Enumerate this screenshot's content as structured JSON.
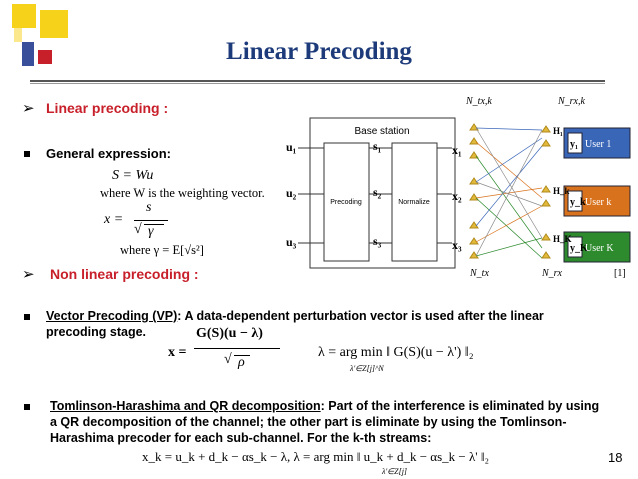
{
  "slide": {
    "title": "Linear Precoding",
    "page_number": "18"
  },
  "sections": {
    "linear": "Linear precoding :",
    "general": "General expression:",
    "nonlinear": "Non linear precoding :"
  },
  "formulas": {
    "s_eq": "S = Wu",
    "where_w": "where W is the weighting vector.",
    "x_lhs": "x =",
    "x_num": "s",
    "x_den": "γ",
    "where_gamma": "where γ = E[√s²]",
    "vp_lhs": "x =",
    "vp_num": "G(S)(u − λ)",
    "vp_den": "ρ",
    "vp_lambda": "λ = arg min ‖ G(S)(u − λ') ‖₂",
    "vp_lambda_sub": "λ'∈Z[j]^N",
    "th_eq": "x_k = u_k + d_k − αs_k − λ,   λ = arg min ‖ u_k + d_k − αs_k − λ' ‖₂",
    "th_sub": "λ'∈Z[j]"
  },
  "vp": {
    "term": "Vector Precoding (VP)",
    "text": ":  A data-dependent perturbation vector is used after the linear precoding stage."
  },
  "th": {
    "term": "Tomlinson-Harashima and QR decomposition",
    "text": ":  Part of the interference is eliminated by using a QR decomposition of the channel; the other part is eliminate by using the Tomlinson-Harashima precoder for each sub-channel. For the k-th streams:"
  },
  "diagram": {
    "base_station": "Base station",
    "precoding": "Precoding",
    "normalize": "Normalize",
    "u1": "u₁",
    "u2": "u₂",
    "u3": "u₃",
    "s1": "s₁",
    "s2": "s₂",
    "s3": "s₃",
    "x1": "x₁",
    "x2": "x₂",
    "x3": "x₃",
    "ntx_top": "N_tx,k",
    "nrx_top": "N_rx,k",
    "ntx_bottom": "N_tx",
    "nrx_bottom": "N_rx",
    "h1": "H₁",
    "hk": "H_k",
    "hK": "H_K",
    "y1": "y₁",
    "yk": "y_k",
    "yK": "y_K",
    "user1": "User 1",
    "userk": "User k",
    "userK": "User K",
    "cite": "[1]"
  },
  "colors": {
    "title": "#1d3b7a",
    "accent_red": "#c8202a",
    "user1": "#3a66b8",
    "userk": "#d9721c",
    "userK": "#2d8a2d"
  }
}
